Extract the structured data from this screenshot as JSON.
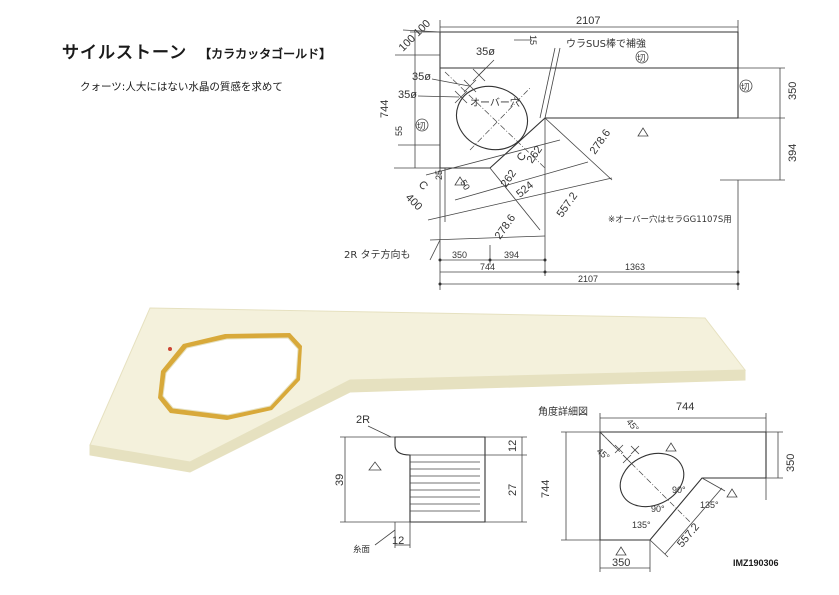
{
  "title": {
    "product": "サイルストーン",
    "color": "【カラカッタゴールド】"
  },
  "subtitle": "クォーツ:人大にはない水晶の質感を求めて",
  "doc_id": "IMZ190306",
  "top_drawing": {
    "dim_total_top": "2107",
    "dim_100_a": "100",
    "dim_100_b": "100",
    "dim_35_top": "35ø",
    "dim_35_left": "35ø",
    "dim_35_lower": "35ø",
    "dim_15": "15",
    "dim_744_left": "744",
    "dim_55": "55",
    "dim_400": "400",
    "dim_c": "C",
    "dim_25": "25",
    "dim_50": "50",
    "dim_350": "350",
    "dim_394": "394",
    "dim_262_a": "262",
    "dim_262_b": "262",
    "dim_c_mid": "C",
    "dim_524": "524",
    "dim_2786_a": "278.6",
    "dim_2786_b": "278.6",
    "dim_5572": "557.2",
    "sus_note": "ウラSUS棒で補強",
    "cut_mark": "切",
    "over_hole": "オーバー穴",
    "sink_note": "※オーバー穴はセラGG1107S用",
    "grain_note": "2R タテ方向も",
    "bottom_350": "350",
    "bottom_394": "394",
    "bottom_744": "744",
    "bottom_1363": "1363",
    "bottom_2107": "2107"
  },
  "edge_detail": {
    "label_2r": "2R",
    "dim_39": "39",
    "dim_12_top": "12",
    "dim_27": "27",
    "dim_12_bottom": "12",
    "edge_label": "糸面"
  },
  "angle_detail": {
    "title": "角度詳細図",
    "dim_744_top": "744",
    "dim_744_left": "744",
    "dim_350_right": "350",
    "dim_350_bottom": "350",
    "dim_5572": "557.2",
    "ang_45_a": "45°",
    "ang_45_b": "45°",
    "ang_90_a": "90°",
    "ang_90_b": "90°",
    "ang_135_a": "135°",
    "ang_135_b": "135°"
  },
  "colors": {
    "stone": "#f4f1dc",
    "stone_edge": "#e6e1c0",
    "gold_cut": "#d8a93a"
  }
}
